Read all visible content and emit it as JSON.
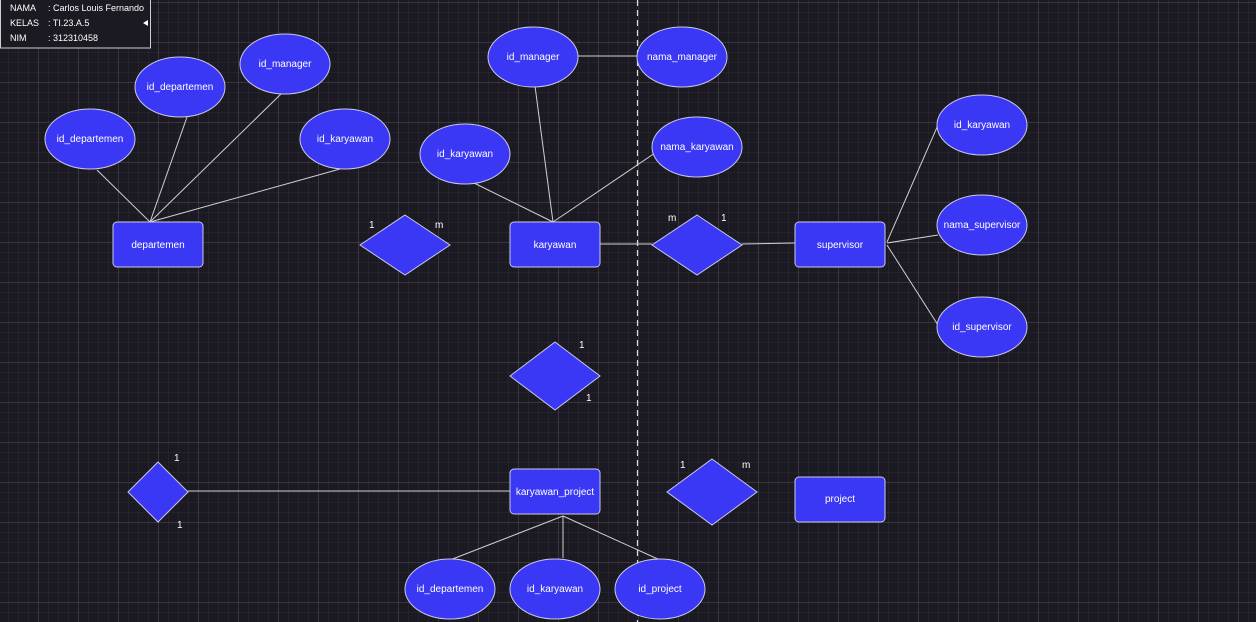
{
  "colors": {
    "shape_fill": "#3a37f5",
    "shape_stroke": "#c9c9e6",
    "edge": "#d0d0d0",
    "divider": "#dcdcdc",
    "text": "#ffffff",
    "background": "#1b1a22"
  },
  "info_card": {
    "rows": [
      {
        "key": "NAMA",
        "value": ": Carlos Louis Fernando"
      },
      {
        "key": "KELAS",
        "value": ": TI.23.A.5"
      },
      {
        "key": "NIM",
        "value": ": 312310458"
      }
    ]
  },
  "entities": {
    "departemen": "departemen",
    "karyawan": "karyawan",
    "supervisor": "supervisor",
    "karyawan_project": "karyawan_project",
    "project": "project"
  },
  "attributes": {
    "dep_id_departemen_left": "id_departemen",
    "dep_id_departemen_top": "id_departemen",
    "dep_id_manager": "id_manager",
    "dep_id_karyawan": "id_karyawan",
    "kar_id_manager": "id_manager",
    "kar_nama_manager": "nama_manager",
    "kar_id_karyawan": "id_karyawan",
    "kar_nama_karyawan": "nama_karyawan",
    "sup_id_karyawan": "id_karyawan",
    "sup_nama_supervisor": "nama_supervisor",
    "sup_id_supervisor": "id_supervisor",
    "kp_id_departemen": "id_departemen",
    "kp_id_karyawan": "id_karyawan",
    "kp_id_project": "id_project"
  },
  "cardinalities": {
    "r1_left": "1",
    "r1_right": "m",
    "r2_left": "m",
    "r2_right": "1",
    "r3_top": "1",
    "r3_bottom": "1",
    "r4_top": "1",
    "r4_bottom": "1",
    "r5_left": "1",
    "r5_right": "m"
  }
}
